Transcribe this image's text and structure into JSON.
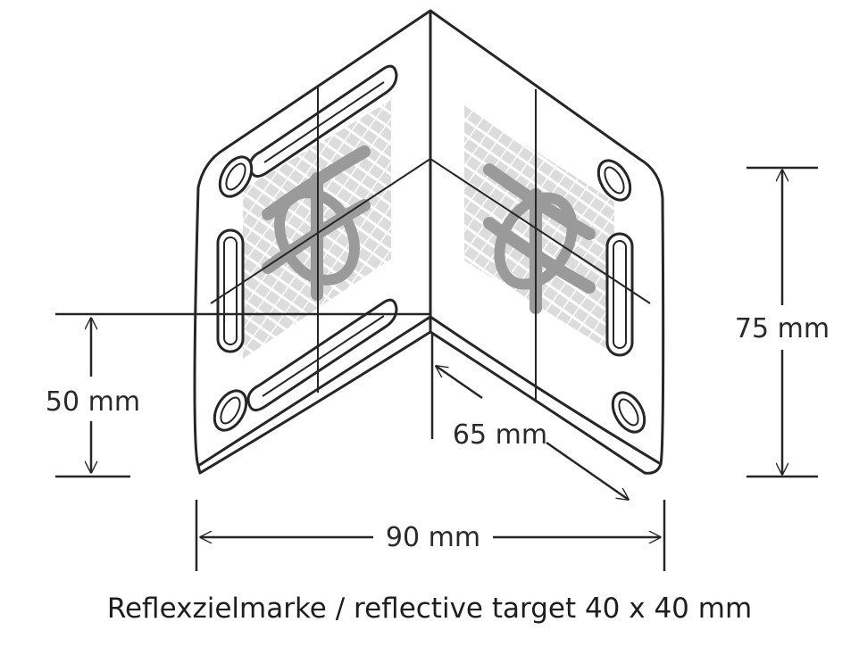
{
  "dimensions": {
    "height_total": "75 mm",
    "height_lower": "50 mm",
    "width_total": "90 mm",
    "leg_length": "65 mm"
  },
  "caption": "Reflexzielmarke / reflective target 40 x 40 mm",
  "colors": {
    "line": "#262626",
    "target_hatch": "#c9c9c9",
    "target_mark": "#9a9a9a"
  }
}
